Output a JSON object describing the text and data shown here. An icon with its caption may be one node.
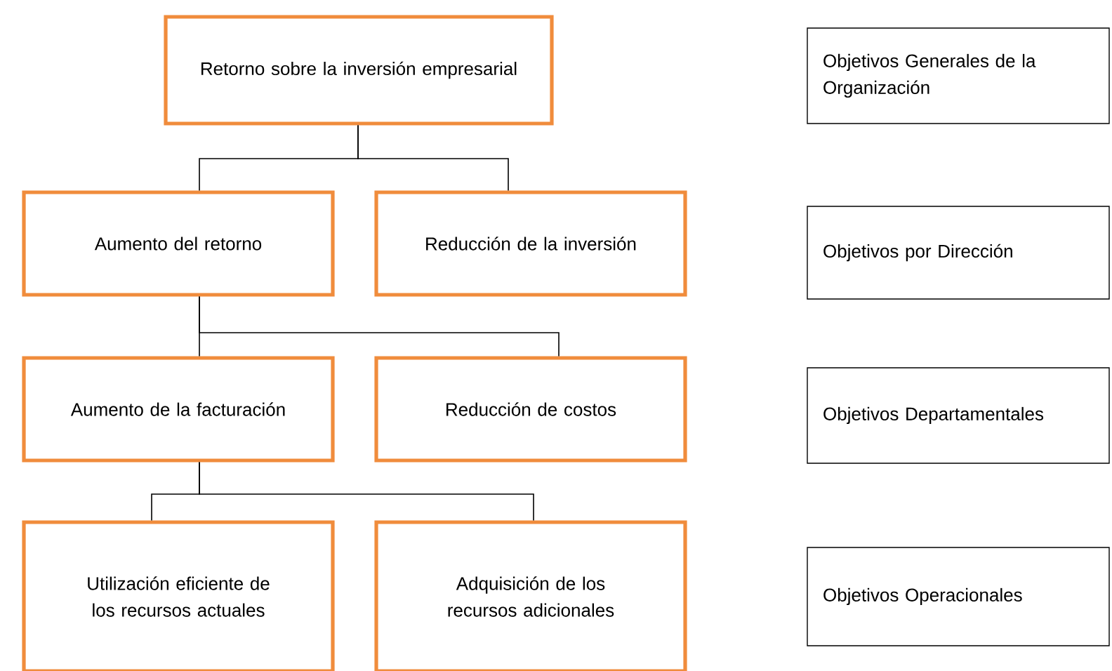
{
  "diagram": {
    "nodes": [
      {
        "text": [
          "Retorno sobre la inversión empresarial"
        ]
      },
      {
        "text": [
          "Aumento del retorno"
        ]
      },
      {
        "text": [
          "Reducción de la inversión"
        ]
      },
      {
        "text": [
          "Aumento de la facturación"
        ]
      },
      {
        "text": [
          "Reducción de costos"
        ]
      },
      {
        "text": [
          "Utilización eficiente de los recursos actuales"
        ]
      },
      {
        "text": [
          "Adquisición de los recursos adicionales"
        ]
      },
      {
        "text": [
          "Objetivos  Generales de la Organización"
        ]
      },
      {
        "text": [
          "Objetivos por Dirección"
        ]
      },
      {
        "text": [
          "Objetivos Departamentales"
        ]
      },
      {
        "text": [
          "Objetivos Operacionales"
        ]
      }
    ],
    "edges": [
      {
        "from": 0,
        "to": 1,
        "arrow": "none"
      },
      {
        "from": 0,
        "to": 2,
        "arrow": "none"
      },
      {
        "from": 1,
        "to": 3,
        "arrow": "none"
      },
      {
        "from": 1,
        "to": 4,
        "arrow": "none"
      },
      {
        "from": 3,
        "to": 5,
        "arrow": "none"
      },
      {
        "from": 3,
        "to": 6,
        "arrow": "none"
      }
    ]
  }
}
